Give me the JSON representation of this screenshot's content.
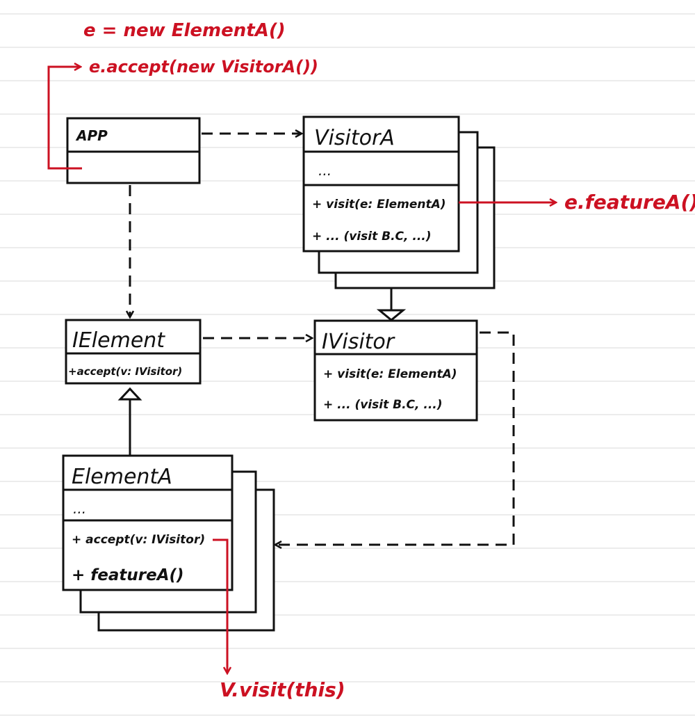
{
  "colors": {
    "ink": "#111111",
    "accent": "#cc1122",
    "rule": "#d8d8d8"
  },
  "notes": {
    "create": "e = new ElementA()",
    "accept_call": "e.accept(new VisitorA())",
    "feature_call": "e.featureA()",
    "visit_call": "V.visit(this)"
  },
  "classes": {
    "app": {
      "name": "APP"
    },
    "visitor_a": {
      "name": "VisitorA",
      "fields": "...",
      "method1": "+ visit(e: ElementA)",
      "method2": "+ ... (visit B.C, ...)"
    },
    "ielement": {
      "name": "IElement",
      "method1": "+accept(v: IVisitor)"
    },
    "ivisitor": {
      "name": "IVisitor",
      "method1": "+ visit(e: ElementA)",
      "method2": "+ ... (visit B.C, ...)"
    },
    "element_a": {
      "name": "ElementA",
      "fields": "...",
      "method1": "+ accept(v: IVisitor)",
      "method2": "+ featureA()"
    }
  }
}
